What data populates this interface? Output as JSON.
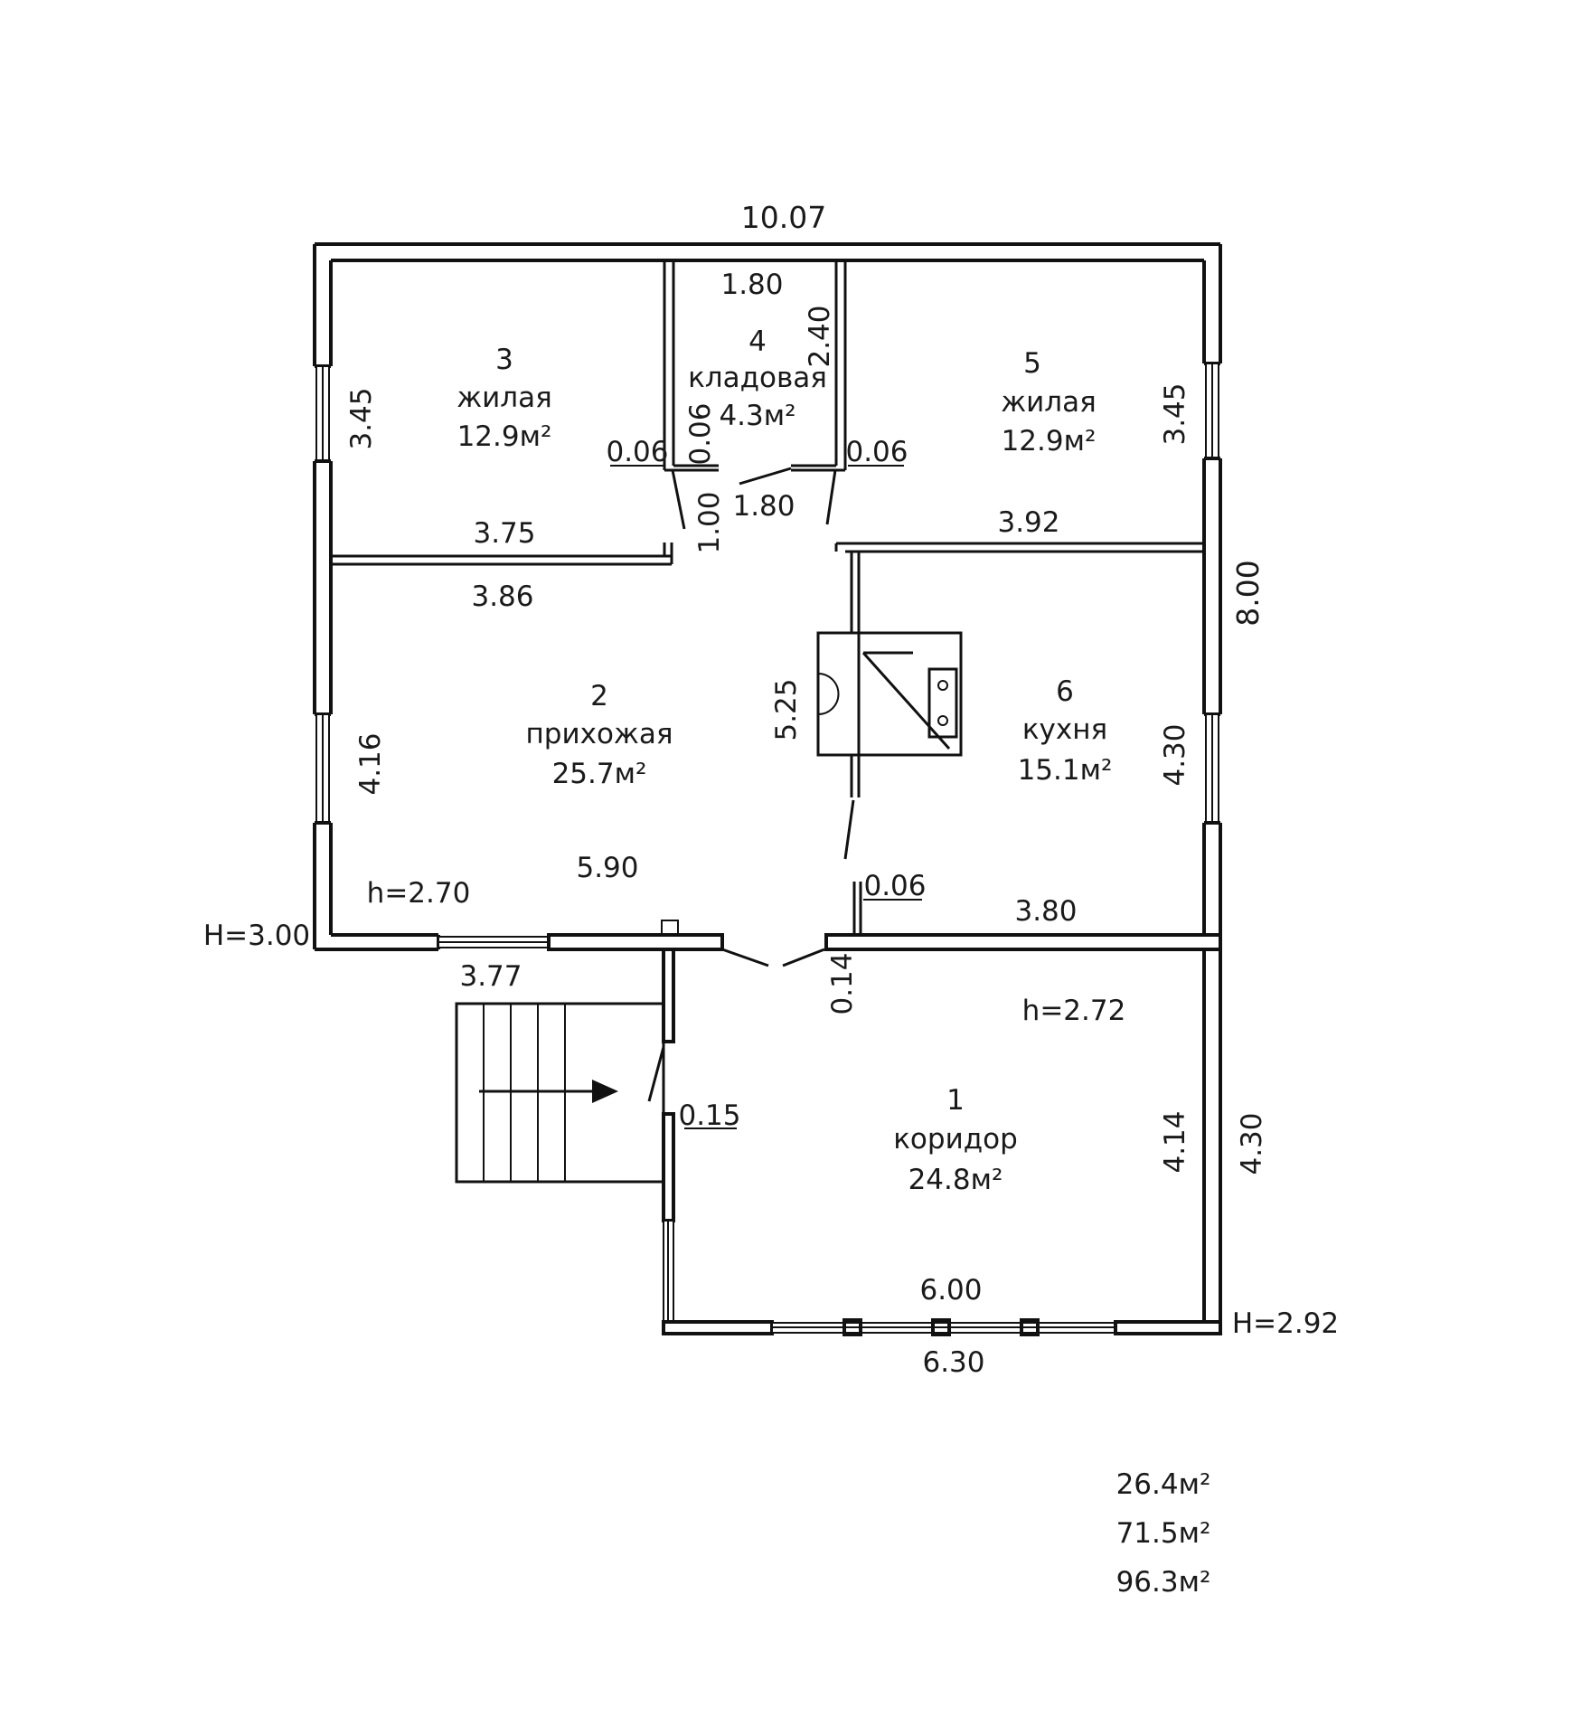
{
  "plan": {
    "overall_width": "10.07",
    "overall_depth": "8.00",
    "height_main_outer": "H=3.00",
    "height_corridor_outer": "H=2.92",
    "ceiling_main": "h=2.70",
    "ceiling_corridor": "h=2.72"
  },
  "rooms": {
    "r1": {
      "number": "1",
      "name": "коридор",
      "area": "24.8м²"
    },
    "r2": {
      "number": "2",
      "name": "прихожая",
      "area": "25.7м²"
    },
    "r3": {
      "number": "3",
      "name": "жилая",
      "area": "12.9м²"
    },
    "r4": {
      "number": "4",
      "name": "кладовая",
      "area": "4.3м²"
    },
    "r5": {
      "number": "5",
      "name": "жилая",
      "area": "12.9м²"
    },
    "r6": {
      "number": "6",
      "name": "кухня",
      "area": "15.1м²"
    }
  },
  "dims": {
    "d_1_80_top": "1.80",
    "d_2_40": "2.40",
    "d_3_45_left": "3.45",
    "d_3_45_right": "3.45",
    "d_0_06_a": "0.06",
    "d_0_06_b": "0.06",
    "d_0_06_c": "0.06",
    "d_0_06_d": "0.06",
    "d_1_00": "1.00",
    "d_1_80_bot": "1.80",
    "d_3_75": "3.75",
    "d_3_92": "3.92",
    "d_3_86": "3.86",
    "d_5_25": "5.25",
    "d_4_16": "4.16",
    "d_4_30_kitchen": "4.30",
    "d_5_90": "5.90",
    "d_3_80": "3.80",
    "d_3_77": "3.77",
    "d_0_14": "0.14",
    "d_0_15": "0.15",
    "d_4_14": "4.14",
    "d_4_30_right": "4.30",
    "d_6_00": "6.00",
    "d_6_30": "6.30"
  },
  "totals": [
    "26.4м²",
    "71.5м²",
    "96.3м²"
  ]
}
